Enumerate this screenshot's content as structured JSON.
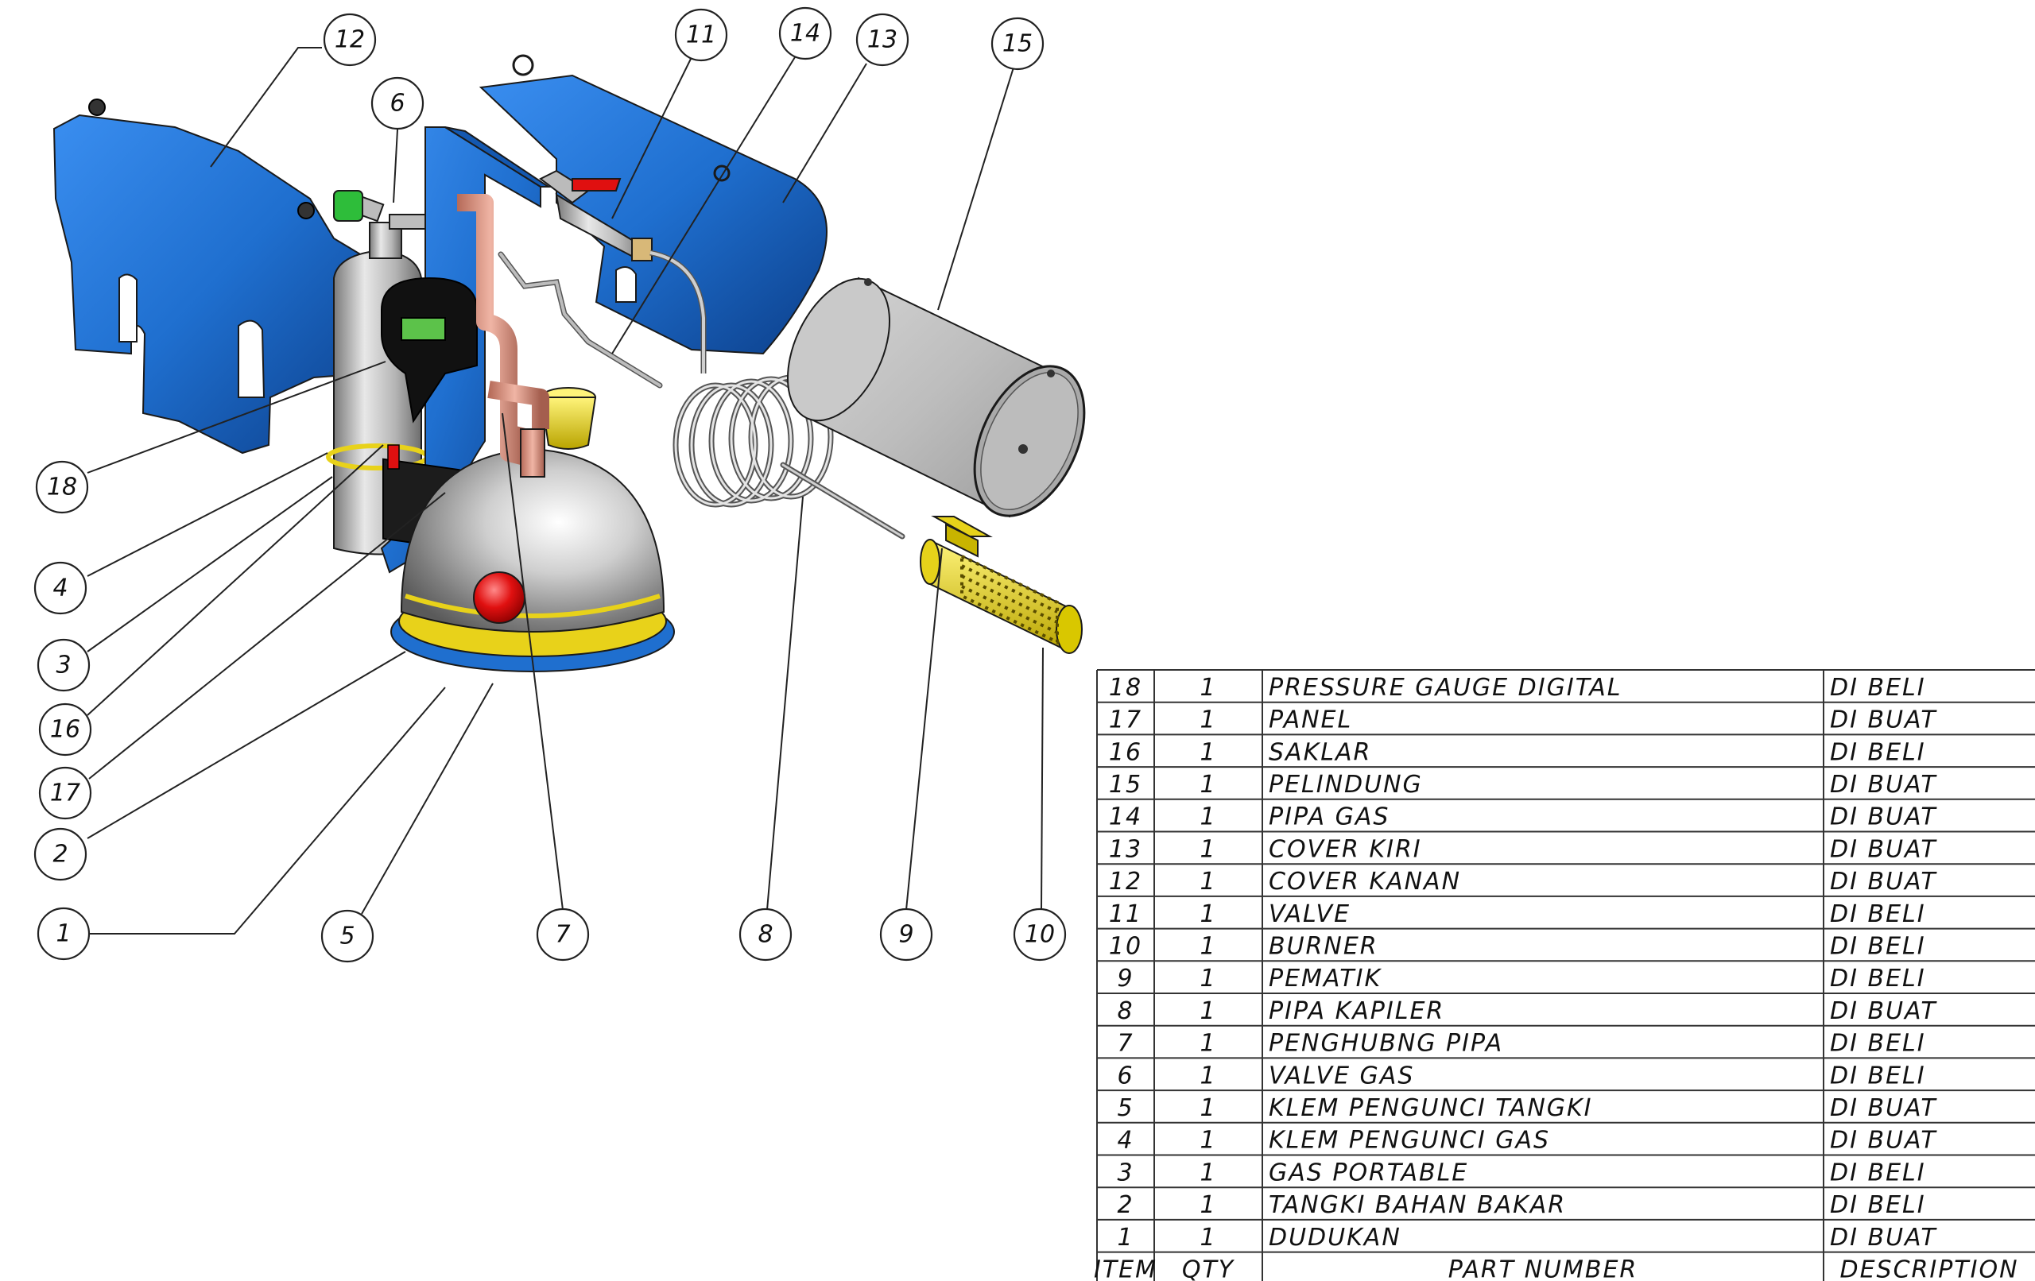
{
  "balloons": [
    {
      "id": "18",
      "label": "18"
    },
    {
      "id": "17",
      "label": "17"
    },
    {
      "id": "16",
      "label": "16"
    },
    {
      "id": "15",
      "label": "15"
    },
    {
      "id": "14",
      "label": "14"
    },
    {
      "id": "13",
      "label": "13"
    },
    {
      "id": "12",
      "label": "12"
    },
    {
      "id": "11",
      "label": "11"
    },
    {
      "id": "10",
      "label": "10"
    },
    {
      "id": "9",
      "label": "9"
    },
    {
      "id": "8",
      "label": "8"
    },
    {
      "id": "7",
      "label": "7"
    },
    {
      "id": "6",
      "label": "6"
    },
    {
      "id": "5",
      "label": "5"
    },
    {
      "id": "4",
      "label": "4"
    },
    {
      "id": "3",
      "label": "3"
    },
    {
      "id": "2",
      "label": "2"
    },
    {
      "id": "1",
      "label": "1"
    }
  ],
  "bom": {
    "headers": {
      "item": "ITEM",
      "qty": "QTY",
      "part": "PART NUMBER",
      "desc": "DESCRIPTION"
    },
    "rows": [
      {
        "item": "18",
        "qty": "1",
        "part": "PRESSURE GAUGE DIGITAL",
        "desc": "DI BELI"
      },
      {
        "item": "17",
        "qty": "1",
        "part": "PANEL",
        "desc": "DI BUAT"
      },
      {
        "item": "16",
        "qty": "1",
        "part": "SAKLAR",
        "desc": "DI BELI"
      },
      {
        "item": "15",
        "qty": "1",
        "part": "PELINDUNG",
        "desc": "DI BUAT"
      },
      {
        "item": "14",
        "qty": "1",
        "part": "PIPA GAS",
        "desc": "DI BUAT"
      },
      {
        "item": "13",
        "qty": "1",
        "part": "COVER KIRI",
        "desc": "DI BUAT"
      },
      {
        "item": "12",
        "qty": "1",
        "part": "COVER KANAN",
        "desc": "DI BUAT"
      },
      {
        "item": "11",
        "qty": "1",
        "part": "VALVE",
        "desc": "DI BELI"
      },
      {
        "item": "10",
        "qty": "1",
        "part": "BURNER",
        "desc": "DI BELI"
      },
      {
        "item": "9",
        "qty": "1",
        "part": "PEMATIK",
        "desc": "DI BELI"
      },
      {
        "item": "8",
        "qty": "1",
        "part": "PIPA KAPILER",
        "desc": "DI BUAT"
      },
      {
        "item": "7",
        "qty": "1",
        "part": "PENGHUBNG PIPA",
        "desc": "DI BELI"
      },
      {
        "item": "6",
        "qty": "1",
        "part": "VALVE GAS",
        "desc": "DI BELI"
      },
      {
        "item": "5",
        "qty": "1",
        "part": "KLEM PENGUNCI TANGKI",
        "desc": "DI BUAT"
      },
      {
        "item": "4",
        "qty": "1",
        "part": "KLEM PENGUNCI GAS",
        "desc": "DI BUAT"
      },
      {
        "item": "3",
        "qty": "1",
        "part": "GAS PORTABLE",
        "desc": "DI BELI"
      },
      {
        "item": "2",
        "qty": "1",
        "part": "TANGKI BAHAN BAKAR",
        "desc": "DI BELI"
      },
      {
        "item": "1",
        "qty": "1",
        "part": "DUDUKAN",
        "desc": "DI BUAT"
      }
    ]
  },
  "colors": {
    "cover_blue": "#1f6fcf",
    "steel": "#c8c8c8",
    "copper": "#d9927e",
    "brass": "#e6d21a",
    "red": "#e01010",
    "green": "#2ebd3a"
  }
}
